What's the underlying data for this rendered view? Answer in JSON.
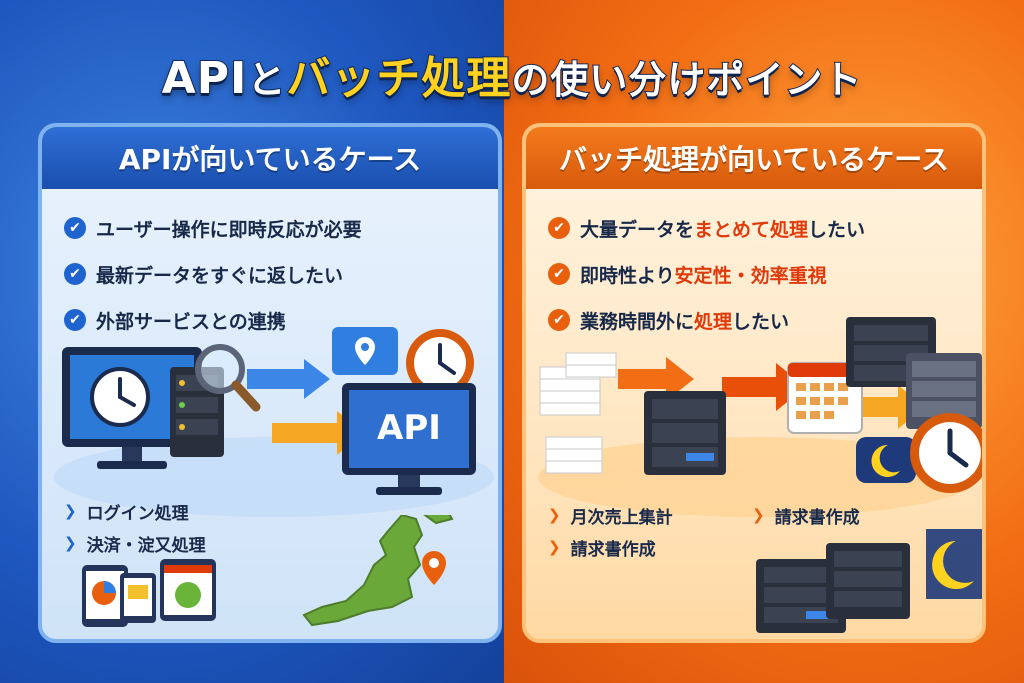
{
  "title": {
    "api": "API",
    "to": "と",
    "batch": "バッチ処理",
    "rest": "の使い分けポイント"
  },
  "left": {
    "header": "APIが向いているケース",
    "checks": [
      "ユーザー操作に即時反応が必要",
      "最新データをすぐに返したい",
      "外部サービスとの連携"
    ],
    "api_screen_label": "API",
    "subs": [
      "ログイン処理",
      "決済・淀又処理"
    ]
  },
  "right": {
    "header": "バッチ処理が向いているケース",
    "checks": [
      {
        "pre": "大量データを",
        "hl": "まとめて処理",
        "post": "したい"
      },
      {
        "pre": "即時性より",
        "hl": "安定性・効率重視",
        "post": ""
      },
      {
        "pre": "業務時間外に",
        "hl": "処理",
        "post": "したい"
      }
    ],
    "subs": [
      "月次売上集計",
      "請求書作成",
      "請求書作成"
    ]
  },
  "colors": {
    "blue_accent": "#1f63cf",
    "orange_accent": "#e8600e",
    "highlight_red": "#e03a0b",
    "title_yellow": "#ffd21f"
  },
  "icons": [
    "check-icon",
    "clock-icon",
    "server-icon",
    "monitor-icon",
    "magnifier-icon",
    "arrow-icon",
    "location-pin-icon",
    "japan-map-icon",
    "calendar-icon",
    "moon-icon",
    "paper-stack-icon",
    "tablet-icon"
  ]
}
